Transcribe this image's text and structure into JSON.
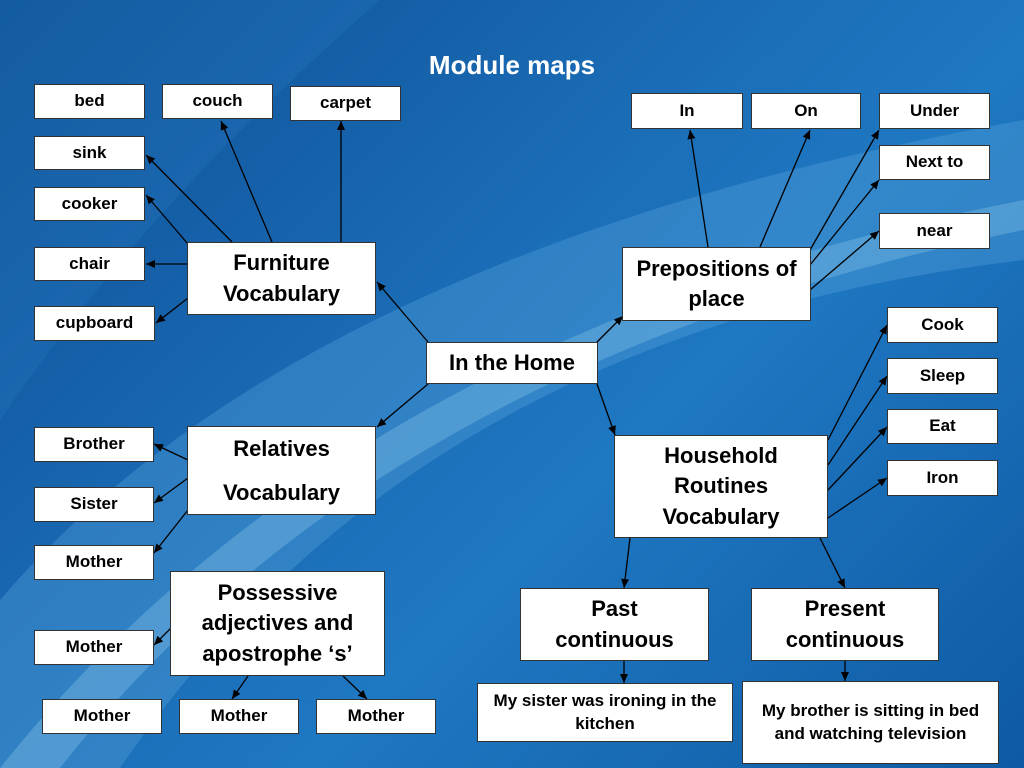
{
  "title": "Module maps",
  "center": "In the Home",
  "furniture": {
    "heading": "Furniture Vocabulary",
    "items": [
      "bed",
      "couch",
      "carpet",
      "sink",
      "cooker",
      "chair",
      "cupboard"
    ]
  },
  "relatives": {
    "heading_line1": "Relatives",
    "heading_line2": "Vocabulary",
    "items": [
      "Brother",
      "Sister",
      "Mother"
    ]
  },
  "possessive": {
    "heading": "Possessive adjectives and apostrophe ‘s’",
    "items": [
      "Mother",
      "Mother",
      "Mother",
      "Mother"
    ]
  },
  "prepositions": {
    "heading": "Prepositions of place",
    "items": [
      "In",
      "On",
      "Under",
      "Next to",
      "near"
    ]
  },
  "routines": {
    "heading": "Household Routines Vocabulary",
    "items": [
      "Cook",
      "Sleep",
      "Eat",
      "Iron"
    ]
  },
  "past": {
    "heading": "Past continuous",
    "example": "My sister was ironing in the kitchen"
  },
  "present": {
    "heading": "Present continuous",
    "example": "My brother is sitting in bed and watching television"
  },
  "colors": {
    "background": "#1a6bb5",
    "box": "#ffffff",
    "title": "#ffffff"
  }
}
